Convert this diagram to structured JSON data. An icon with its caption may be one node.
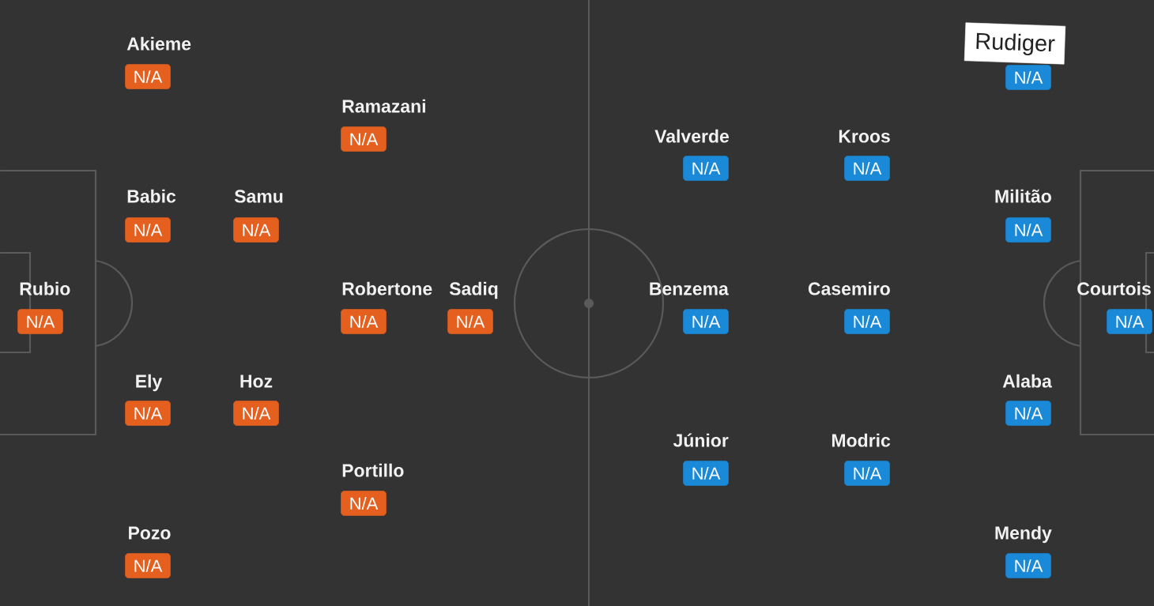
{
  "diagram": {
    "nodes": [
      {
        "text": [
          "Akieme",
          "N/A"
        ]
      },
      {
        "text": [
          "Rudiger",
          "N/A"
        ]
      },
      {
        "text": [
          "Ramazani",
          "N/A"
        ]
      },
      {
        "text": [
          "Valverde",
          "N/A"
        ]
      },
      {
        "text": [
          "Kroos",
          "N/A"
        ]
      },
      {
        "text": [
          "Babic",
          "N/A"
        ]
      },
      {
        "text": [
          "Samu",
          "N/A"
        ]
      },
      {
        "text": [
          "Militão",
          "N/A"
        ]
      },
      {
        "text": [
          "Rubio",
          "N/A"
        ]
      },
      {
        "text": [
          "Robertone",
          "N/A"
        ]
      },
      {
        "text": [
          "Sadiq",
          "N/A"
        ]
      },
      {
        "text": [
          "Benzema",
          "N/A"
        ]
      },
      {
        "text": [
          "Casemiro",
          "N/A"
        ]
      },
      {
        "text": [
          "Courtois",
          "N/A"
        ]
      },
      {
        "text": [
          "Ely",
          "N/A"
        ]
      },
      {
        "text": [
          "Hoz",
          "N/A"
        ]
      },
      {
        "text": [
          "Alaba",
          "N/A"
        ]
      },
      {
        "text": [
          "Júnior",
          "N/A"
        ]
      },
      {
        "text": [
          "Modric",
          "N/A"
        ]
      },
      {
        "text": [
          "Portillo",
          "N/A"
        ]
      },
      {
        "text": [
          "Pozo",
          "N/A"
        ]
      },
      {
        "text": [
          "Mendy",
          "N/A"
        ]
      }
    ]
  }
}
